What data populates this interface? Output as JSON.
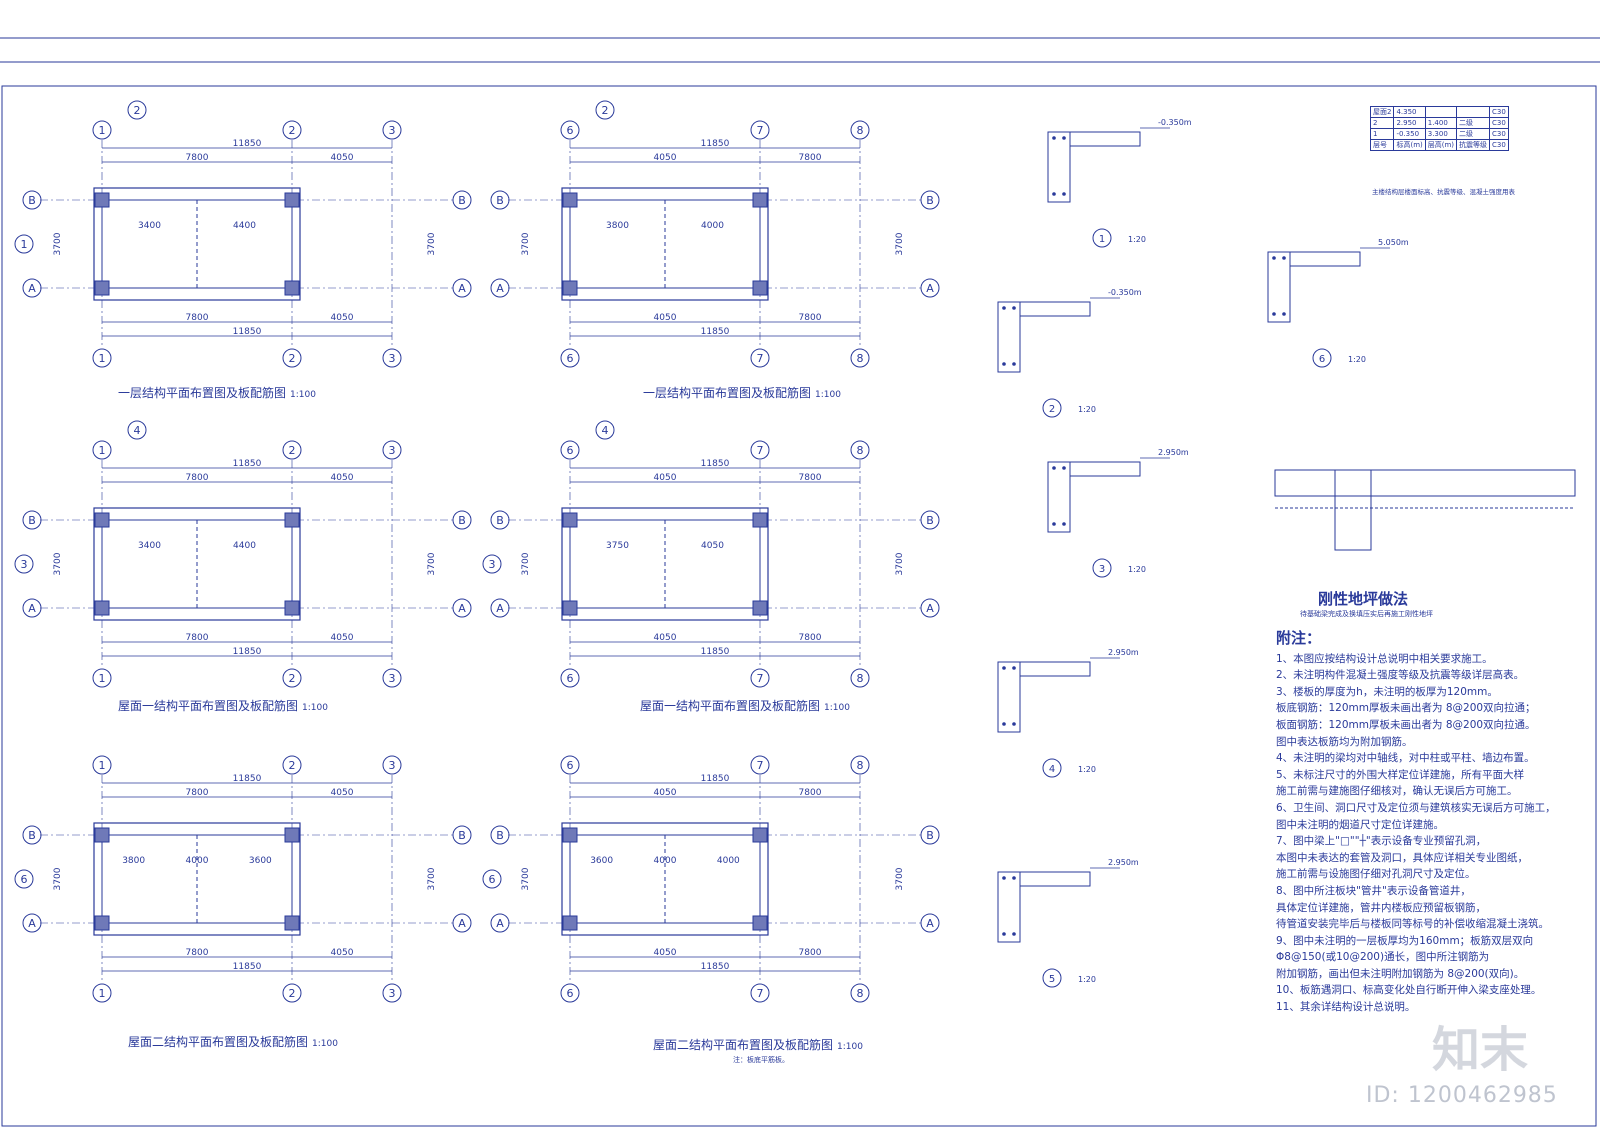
{
  "plans": [
    {
      "title": "一层结构平面布置图及板配筋图",
      "scale": "1:100",
      "axes_h": [
        "1",
        "2",
        "3"
      ],
      "axes_v": [
        "B",
        "A"
      ],
      "total": "11850",
      "span1": "7800",
      "span2": "4050",
      "depth": "3700",
      "panels": [
        "3400",
        "4400"
      ],
      "section_mark": "2",
      "side_mark": "1"
    },
    {
      "title": "一层结构平面布置图及板配筋图",
      "scale": "1:100",
      "axes_h": [
        "6",
        "7",
        "8"
      ],
      "axes_v": [
        "B",
        "A"
      ],
      "total": "11850",
      "span1": "4050",
      "span2": "7800",
      "depth": "3700",
      "panels": [
        "3800",
        "4000"
      ],
      "section_mark": "2",
      "side_mark": ""
    },
    {
      "title": "屋面一结构平面布置图及板配筋图",
      "scale": "1:100",
      "axes_h": [
        "1",
        "2",
        "3"
      ],
      "axes_v": [
        "B",
        "A"
      ],
      "total": "11850",
      "span1": "7800",
      "span2": "4050",
      "depth": "3700",
      "panels": [
        "3400",
        "4400"
      ],
      "section_mark": "4",
      "side_mark": "3"
    },
    {
      "title": "屋面一结构平面布置图及板配筋图",
      "scale": "1:100",
      "axes_h": [
        "6",
        "7",
        "8"
      ],
      "axes_v": [
        "B",
        "A"
      ],
      "total": "11850",
      "span1": "4050",
      "span2": "7800",
      "depth": "3700",
      "panels": [
        "3750",
        "4050"
      ],
      "section_mark": "4",
      "side_mark": "3"
    },
    {
      "title": "屋面二结构平面布置图及板配筋图",
      "scale": "1:100",
      "axes_h": [
        "1",
        "2",
        "3"
      ],
      "axes_v": [
        "B",
        "A"
      ],
      "total": "11850",
      "span1": "7800",
      "span2": "4050",
      "depth": "3700",
      "panels": [
        "3800",
        "4000",
        "3600"
      ],
      "section_mark": "",
      "side_mark": "6"
    },
    {
      "title": "屋面二结构平面布置图及板配筋图",
      "scale": "1:100",
      "axes_h": [
        "6",
        "7",
        "8"
      ],
      "axes_v": [
        "B",
        "A"
      ],
      "total": "11850",
      "span1": "4050",
      "span2": "7800",
      "depth": "3700",
      "panels": [
        "3600",
        "4000",
        "4000"
      ],
      "section_mark": "",
      "side_mark": "6"
    }
  ],
  "plan_note": "注：板底平筋板。",
  "details": [
    {
      "num": "1",
      "scale": "1:20",
      "label": "-0.350m"
    },
    {
      "num": "2",
      "scale": "1:20",
      "label": "-0.350m"
    },
    {
      "num": "3",
      "scale": "1:20",
      "label": "2.950m"
    },
    {
      "num": "4",
      "scale": "1:20",
      "label": "2.950m"
    },
    {
      "num": "5",
      "scale": "1:20",
      "label": "2.950m"
    },
    {
      "num": "6",
      "scale": "1:20",
      "label": "5.050m"
    }
  ],
  "floor": {
    "title": "刚性地坪做法",
    "subtitle": "待基础梁完成及换填压实后再施工刚性地坪"
  },
  "table": {
    "rows": [
      [
        "屋面2",
        "4.350",
        "",
        "",
        "C30"
      ],
      [
        "2",
        "2.950",
        "1.400",
        "二级",
        "C30"
      ],
      [
        "1",
        "-0.350",
        "3.300",
        "二级",
        "C30"
      ],
      [
        "层号",
        "标高(m)",
        "层高(m)",
        "抗震等级",
        "C30"
      ]
    ],
    "caption": "主楼结构层楼面标高、抗震等级、混凝土强度用表"
  },
  "notes": {
    "head": "附注：",
    "items": [
      "1、本图应按结构设计总说明中相关要求施工。",
      "2、未注明构件混凝土强度等级及抗震等级详层高表。",
      "3、楼板的厚度为h，未注明的板厚为120mm。",
      "   板底钢筋：120mm厚板未画出者为 8@200双向拉通；",
      "   板面钢筋：120mm厚板未画出者为 8@200双向拉通。",
      "   图中表达板筋均为附加钢筋。",
      "4、未注明的梁均对中轴线，对中柱或平柱、墙边布置。",
      "5、未标注尺寸的外围大样定位详建施，所有平面大样",
      "   施工前需与建施图仔细核对，确认无误后方可施工。",
      "6、卫生间、洞口尺寸及定位须与建筑核实无误后方可施工，",
      "   图中未注明的烟道尺寸定位详建施。",
      "7、图中梁上\"□\"\"┼\"表示设备专业预留孔洞，",
      "   本图中未表达的套管及洞口，具体应详相关专业图纸，",
      "   施工前需与设施图仔细对孔洞尺寸及定位。",
      "8、图中所注板块\"管井\"表示设备管道井，",
      "   具体定位详建施，管井内楼板应预留板钢筋，",
      "   待管道安装完毕后与楼板同等标号的补偿收缩混凝土浇筑。",
      "9、图中未注明的一层板厚均为160mm；板筋双层双向",
      "   Φ8@150(或10@200)通长，图中所注钢筋为",
      "   附加钢筋，画出但未注明附加钢筋为 8@200(双向)。",
      "10、板筋遇洞口、标高变化处自行断开伸入梁支座处理。",
      "11、其余详结构设计总说明。"
    ]
  },
  "watermark": "知末",
  "image_id": "ID: 1200462985"
}
